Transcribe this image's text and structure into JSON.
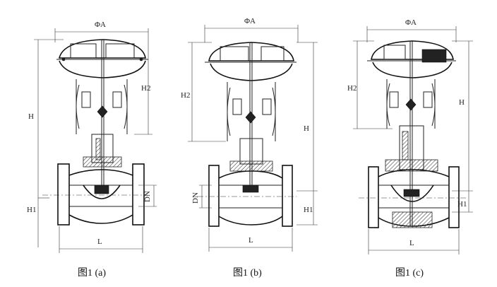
{
  "figures": [
    {
      "id": "a",
      "labels": {
        "phiA": "ΦA",
        "H": "H",
        "H2": "H2",
        "H1": "H1",
        "DN": "DN",
        "L": "L"
      },
      "caption": "图1 (a)"
    },
    {
      "id": "b",
      "labels": {
        "phiA": "ΦA",
        "H": "H",
        "H2": "H2",
        "H1": "H1",
        "DN": "DN",
        "L": "L"
      },
      "caption": "图1 (b)"
    },
    {
      "id": "c",
      "labels": {
        "phiA": "ΦA",
        "H": "H",
        "H2": "H2",
        "H1": "H1",
        "L": "L"
      },
      "caption": "图1 (c)"
    }
  ]
}
